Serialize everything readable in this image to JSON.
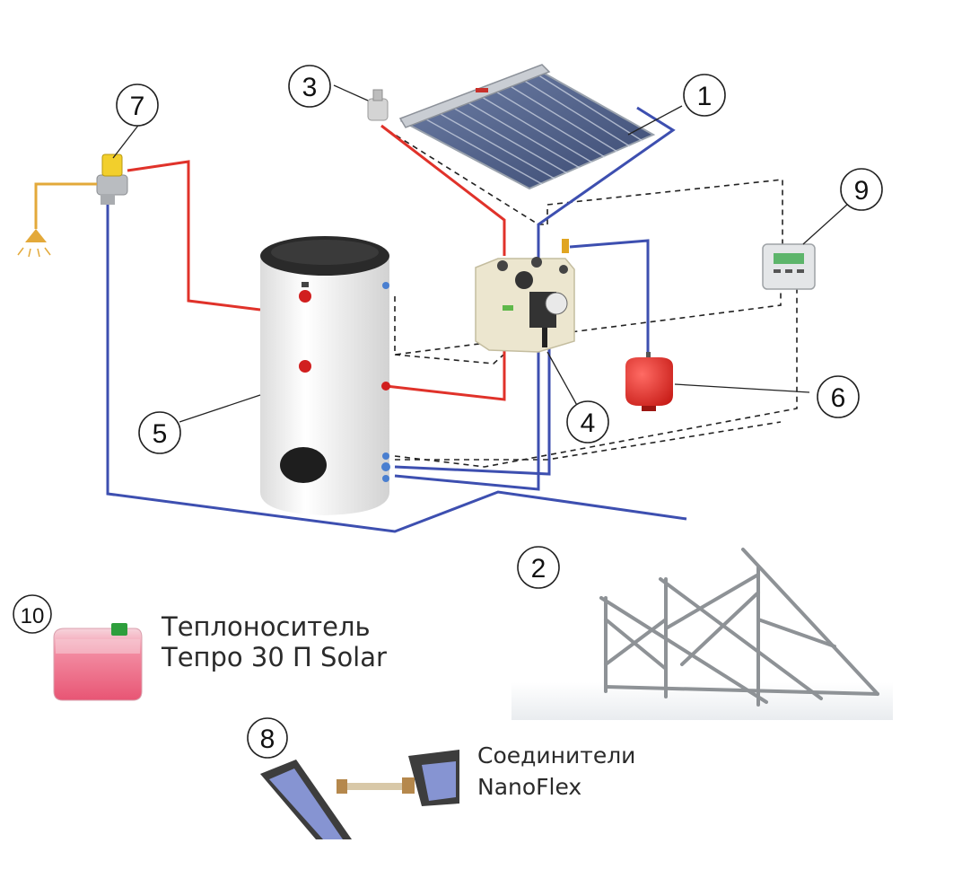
{
  "callouts": {
    "n1": "1",
    "n2": "2",
    "n3": "3",
    "n4": "4",
    "n5": "5",
    "n6": "6",
    "n7": "7",
    "n8": "8",
    "n9": "9",
    "n10": "10"
  },
  "coolant": {
    "line1": "Теплоноситель",
    "line2": "Тепро 30 П Solar"
  },
  "connectors": {
    "line1": "Соединители",
    "line2": "NanoFlex"
  },
  "colors": {
    "hot_pipe": "#e0322a",
    "cold_pipe": "#3d4fb0",
    "signal_line": "#222222",
    "tank_body": "#f2f2f2",
    "expansion_vessel": "#e22a24",
    "coolant_liquid": "#f0607a",
    "frame_metal": "#8e9296"
  },
  "icons": [
    "solar-collector-icon",
    "mounting-frame-icon",
    "air-vent-icon",
    "pump-station-icon",
    "storage-tank-icon",
    "expansion-vessel-icon",
    "mixing-valve-icon",
    "shower-icon",
    "controller-icon",
    "canister-icon"
  ]
}
